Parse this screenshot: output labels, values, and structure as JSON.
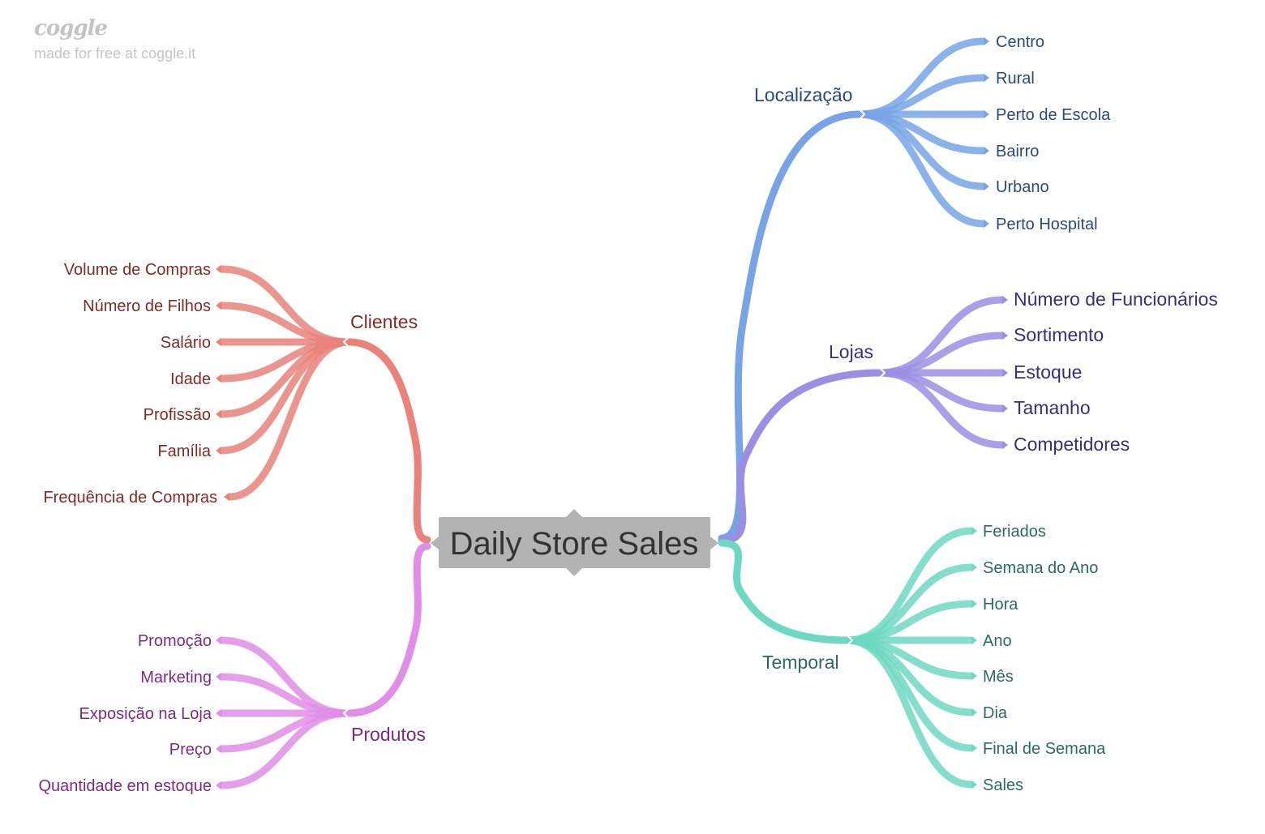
{
  "watermark": {
    "logo": "coggle",
    "tagline": "made for free at coggle.it"
  },
  "root": {
    "label": "Daily Store Sales",
    "fill": "#b3b3b3",
    "text_color": "#333333"
  },
  "branches": {
    "clientes": {
      "label": "Clientes",
      "color": "#e8827b",
      "text_color": "#7f2b26",
      "children": [
        "Volume de Compras",
        "Número de Filhos",
        "Salário",
        "Idade",
        "Profissão",
        "Família",
        "Frequência de Compras"
      ]
    },
    "produtos": {
      "label": "Produtos",
      "color": "#e08ee6",
      "text_color": "#7e2a84",
      "children": [
        "Promoção",
        "Marketing",
        "Exposição na Loja",
        "Preço",
        "Quantidade em estoque"
      ]
    },
    "localizacao": {
      "label": "Localização",
      "color": "#78a4e6",
      "text_color": "#2a4a7a",
      "children": [
        "Centro",
        "Rural",
        "Perto de Escola",
        "Bairro",
        "Urbano",
        "Perto Hospital"
      ]
    },
    "lojas": {
      "label": "Lojas",
      "color": "#9b8fe3",
      "text_color": "#3b2d7a",
      "children": [
        "Número de Funcionários",
        "Sortimento",
        "Estoque",
        "Tamanho",
        "Competidores"
      ]
    },
    "temporal": {
      "label": "Temporal",
      "color": "#6fd8c2",
      "text_color": "#2b6b5c",
      "children": [
        "Feriados",
        "Semana do Ano",
        "Hora",
        "Ano",
        "Mês",
        "Dia",
        "Final de Semana",
        "Sales"
      ]
    }
  }
}
